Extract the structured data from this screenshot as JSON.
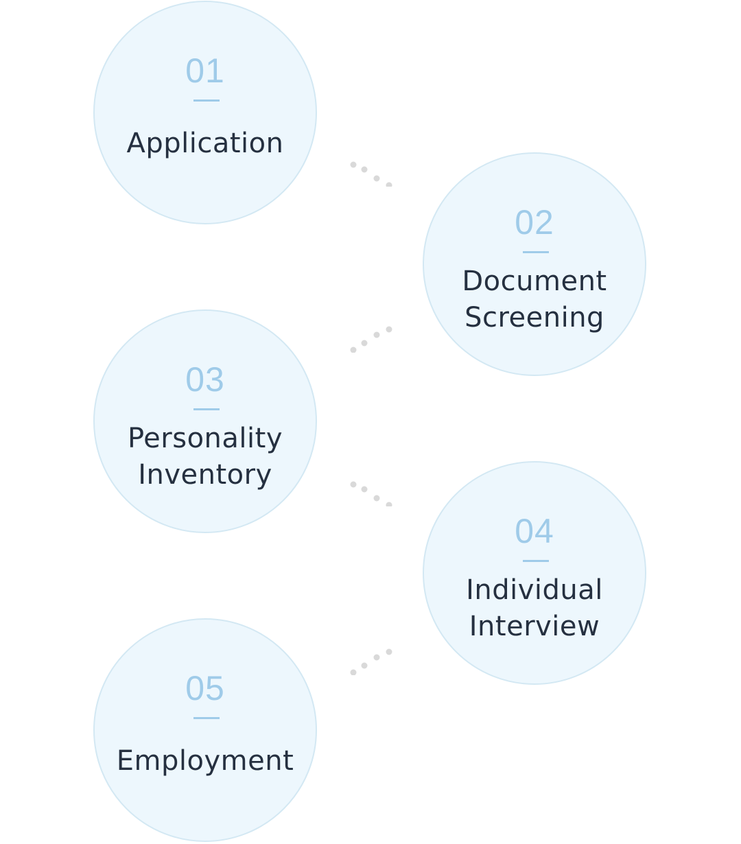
{
  "steps": [
    {
      "number": "01",
      "title": [
        "Application"
      ]
    },
    {
      "number": "02",
      "title": [
        "Document",
        "Screening"
      ]
    },
    {
      "number": "03",
      "title": [
        "Personality",
        "Inventory"
      ]
    },
    {
      "number": "04",
      "title": [
        "Individual",
        "Interview"
      ]
    },
    {
      "number": "05",
      "title": [
        "Employment"
      ]
    }
  ],
  "colors": {
    "circle_fill": "#edf7fd",
    "circle_border": "#d3e8f3",
    "number": "#9fcbe9",
    "title": "#253040",
    "connector_dots": "#d9d9d9"
  }
}
